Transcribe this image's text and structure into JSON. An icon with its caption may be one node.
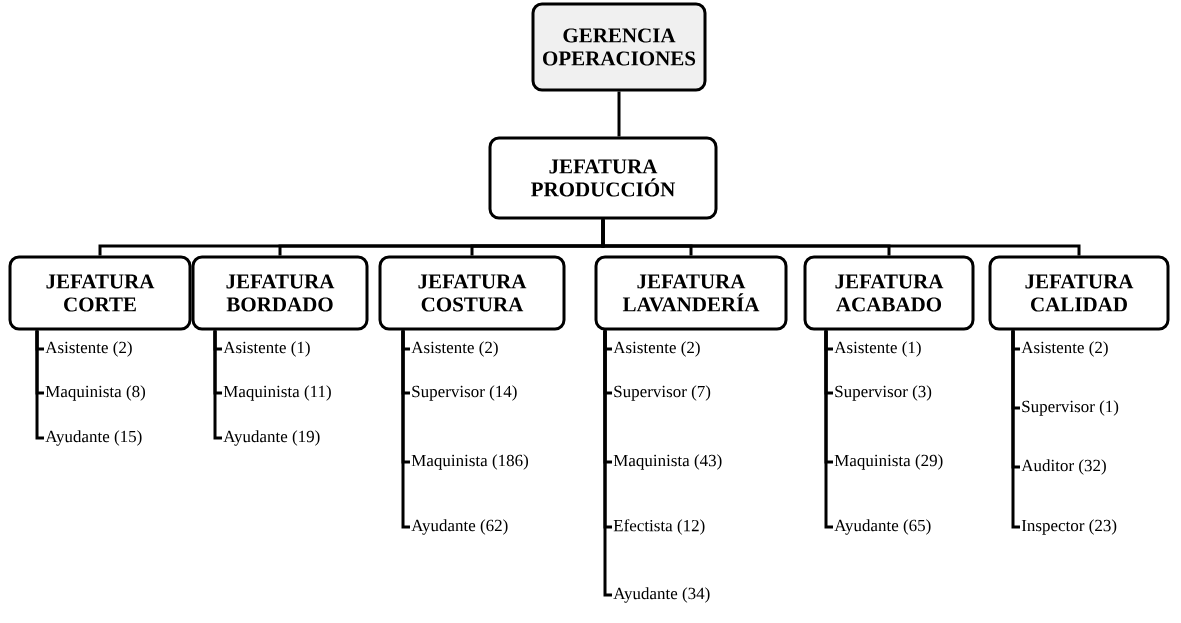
{
  "diagram": {
    "nodes": [
      {
        "text": [
          "GERENCIA OPERACIONES"
        ]
      },
      {
        "text": [
          "JEFATURA PRODUCCIÓN"
        ]
      },
      {
        "text": [
          "JEFATURA CORTE"
        ]
      },
      {
        "text": [
          "JEFATURA BORDADO"
        ]
      },
      {
        "text": [
          "JEFATURA COSTURA"
        ]
      },
      {
        "text": [
          "JEFATURA LAVANDERÍA"
        ]
      },
      {
        "text": [
          "JEFATURA ACABADO"
        ]
      },
      {
        "text": [
          "JEFATURA CALIDAD"
        ]
      },
      {
        "text": [
          "Asistente (2)"
        ]
      },
      {
        "text": [
          "Maquinista (8)"
        ]
      },
      {
        "text": [
          "Ayudante (15)"
        ]
      },
      {
        "text": [
          "Asistente (1)"
        ]
      },
      {
        "text": [
          "Maquinista (11)"
        ]
      },
      {
        "text": [
          "Ayudante (19)"
        ]
      },
      {
        "text": [
          "Asistente (2)"
        ]
      },
      {
        "text": [
          "Supervisor (14)"
        ]
      },
      {
        "text": [
          "Maquinista (186)"
        ]
      },
      {
        "text": [
          "Ayudante (62)"
        ]
      },
      {
        "text": [
          "Asistente (2)"
        ]
      },
      {
        "text": [
          "Supervisor (7)"
        ]
      },
      {
        "text": [
          "Maquinista (43)"
        ]
      },
      {
        "text": [
          "Efectista (12)"
        ]
      },
      {
        "text": [
          "Ayudante (34)"
        ]
      },
      {
        "text": [
          "Asistente (1)"
        ]
      },
      {
        "text": [
          "Supervisor (3)"
        ]
      },
      {
        "text": [
          "Maquinista (29)"
        ]
      },
      {
        "text": [
          "Ayudante (65)"
        ]
      },
      {
        "text": [
          "Asistente (2)"
        ]
      },
      {
        "text": [
          "Supervisor (1)"
        ]
      },
      {
        "text": [
          "Auditor (32)"
        ]
      },
      {
        "text": [
          "Inspector (23)"
        ]
      }
    ],
    "edges": [
      {
        "from": 0,
        "to": 1,
        "arrow": "none"
      },
      {
        "from": 1,
        "to": 2,
        "arrow": "none"
      },
      {
        "from": 1,
        "to": 3,
        "arrow": "none"
      },
      {
        "from": 1,
        "to": 4,
        "arrow": "none"
      },
      {
        "from": 1,
        "to": 5,
        "arrow": "none"
      },
      {
        "from": 1,
        "to": 6,
        "arrow": "none"
      },
      {
        "from": 1,
        "to": 7,
        "arrow": "none"
      },
      {
        "from": 2,
        "to": 8,
        "arrow": "none"
      },
      {
        "from": 2,
        "to": 9,
        "arrow": "none"
      },
      {
        "from": 2,
        "to": 10,
        "arrow": "none"
      },
      {
        "from": 3,
        "to": 11,
        "arrow": "none"
      },
      {
        "from": 3,
        "to": 12,
        "arrow": "none"
      },
      {
        "from": 3,
        "to": 13,
        "arrow": "none"
      },
      {
        "from": 4,
        "to": 14,
        "arrow": "none"
      },
      {
        "from": 4,
        "to": 15,
        "arrow": "none"
      },
      {
        "from": 4,
        "to": 16,
        "arrow": "none"
      },
      {
        "from": 4,
        "to": 17,
        "arrow": "none"
      },
      {
        "from": 5,
        "to": 18,
        "arrow": "none"
      },
      {
        "from": 5,
        "to": 19,
        "arrow": "none"
      },
      {
        "from": 5,
        "to": 20,
        "arrow": "none"
      },
      {
        "from": 5,
        "to": 21,
        "arrow": "none"
      },
      {
        "from": 5,
        "to": 22,
        "arrow": "none"
      },
      {
        "from": 6,
        "to": 23,
        "arrow": "none"
      },
      {
        "from": 6,
        "to": 24,
        "arrow": "none"
      },
      {
        "from": 6,
        "to": 25,
        "arrow": "none"
      },
      {
        "from": 6,
        "to": 26,
        "arrow": "none"
      },
      {
        "from": 7,
        "to": 27,
        "arrow": "none"
      },
      {
        "from": 7,
        "to": 28,
        "arrow": "none"
      },
      {
        "from": 7,
        "to": 29,
        "arrow": "none"
      },
      {
        "from": 7,
        "to": 30,
        "arrow": "none"
      }
    ]
  }
}
